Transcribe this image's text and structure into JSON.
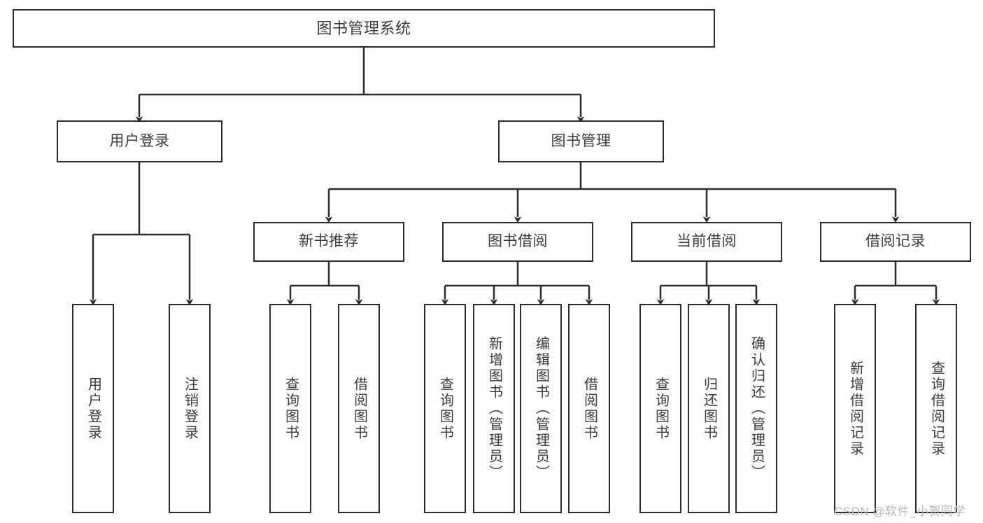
{
  "diagram": {
    "title": "图书管理系统",
    "type": "functional-hierarchy-tree",
    "root": {
      "label": "图书管理系统"
    },
    "level2": [
      {
        "label": "用户登录"
      },
      {
        "label": "图书管理"
      }
    ],
    "level3": [
      {
        "label": "新书推荐"
      },
      {
        "label": "图书借阅"
      },
      {
        "label": "当前借阅"
      },
      {
        "label": "借阅记录"
      }
    ],
    "leaves": {
      "user_login": [
        {
          "label": "用户登录"
        },
        {
          "label": "注销登录"
        }
      ],
      "new_book_recommend": [
        {
          "label": "查询图书"
        },
        {
          "label": "借阅图书"
        }
      ],
      "book_borrow": [
        {
          "label": "查询图书"
        },
        {
          "label": "新增图书（管理员）"
        },
        {
          "label": "编辑图书（管理员）"
        },
        {
          "label": "借阅图书"
        }
      ],
      "current_borrow": [
        {
          "label": "查询图书"
        },
        {
          "label": "归还图书"
        },
        {
          "label": "确认归还（管理员）"
        }
      ],
      "borrow_record": [
        {
          "label": "新增借阅记录"
        },
        {
          "label": "查询借阅记录"
        }
      ]
    }
  },
  "watermark": {
    "text": "CSDN @软件_小贺同学"
  },
  "colors": {
    "border": "#2b2b2b",
    "text": "#3b3b3b",
    "background": "#ffffff",
    "watermark": "#b9b9b9"
  }
}
